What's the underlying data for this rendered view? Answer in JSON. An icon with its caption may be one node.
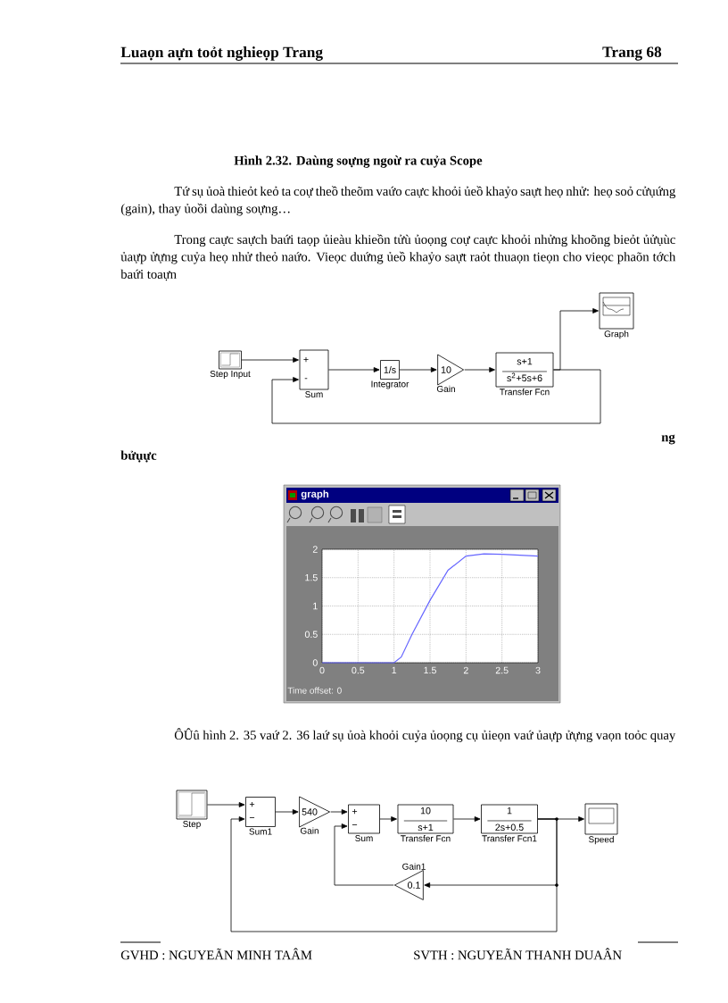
{
  "diagram": {
    "nodes": [
      {
        "text": [
          "Step Input"
        ]
      },
      {
        "text": [
          "+",
          "-",
          "Sum"
        ]
      },
      {
        "text": [
          "1/s",
          "Integrator"
        ]
      },
      {
        "text": [
          "10",
          "Gain"
        ]
      },
      {
        "text": [
          "s+1",
          "s$^{2}$+5s+6",
          "Transfer Fcn"
        ]
      },
      {
        "text": [
          "Graph"
        ]
      },
      {
        "text": [
          "Step"
        ]
      },
      {
        "text": [
          "+",
          "−",
          "Sum1"
        ]
      },
      {
        "text": [
          "540",
          "Gain"
        ]
      },
      {
        "text": [
          "+",
          "−",
          "Sum"
        ]
      },
      {
        "text": [
          "10",
          "s+1",
          "Transfer Fcn"
        ]
      },
      {
        "text": [
          "1",
          "2s+0.5",
          "Transfer Fcn1"
        ]
      },
      {
        "text": [
          "Speed"
        ]
      },
      {
        "text": [
          "Gain1",
          "0.1"
        ]
      }
    ],
    "edges": [
      {
        "from": 0,
        "to": 1,
        "arrow": "to"
      },
      {
        "from": 1,
        "to": 2,
        "arrow": "to"
      },
      {
        "from": 2,
        "to": 3,
        "arrow": "to"
      },
      {
        "from": 3,
        "to": 4,
        "arrow": "to"
      },
      {
        "from": 4,
        "to": 5,
        "arrow": "to"
      },
      {
        "from": 4,
        "to": 1,
        "arrow": "to"
      },
      {
        "from": 6,
        "to": 7,
        "arrow": "to"
      },
      {
        "from": 7,
        "to": 8,
        "arrow": "to"
      },
      {
        "from": 8,
        "to": 9,
        "arrow": "to"
      },
      {
        "from": 9,
        "to": 10,
        "arrow": "to"
      },
      {
        "from": 10,
        "to": 11,
        "arrow": "to"
      },
      {
        "from": 11,
        "to": 12,
        "arrow": "to"
      },
      {
        "from": 11,
        "to": 13,
        "arrow": "to"
      },
      {
        "from": 13,
        "to": 9,
        "arrow": "to"
      },
      {
        "from": 11,
        "to": 7,
        "arrow": "to"
      }
    ],
    "labels": [
      "Luaọn aựn toỏt nghieọp Trang",
      "Trang 68",
      "Hình 2.32. Daùng soựng ngoừ ra cuỷa Scope",
      "Tứ sụ ủoà thieỏt keỏ ta coự theồ theõm vaứo caực khoỏi ủeồ khaỷo saựt heọ nhử: heọ soỏ cửụứng (gain), thay ủoồi daùng soựng…",
      "Trong caực saựch baứi taọp ủieàu khieồn tửù ủoọng coự caực khoỏi nhửng khoõng bieỏt ủửụùc ủaựp ửựng cuỷa heọ nhử theỏ naứo. Vieọc duứng ủeồ khaỷo saựt raỏt thuaọn tieọn cho vieọc phaõn tớch baứi toaựn",
      "ng",
      "bửụực",
      "graph",
      "Time offset: 0",
      "ÔÛû hình 2. 35 vaứ 2. 36 laứ sụ ủoà khoỏi cuỷa ủoọng cụ ủieọn vaứ ủaựp ửựng vaọn toỏc quay",
      "GVHD : NGUYEÃN MINH TAÂM",
      "SVTH : NGUYEÃN THANH DUAÂN"
    ],
    "chart_data": {
      "type": "line",
      "x": [
        0,
        0.5,
        1,
        1.1,
        1.25,
        1.5,
        1.75,
        2,
        2.25,
        2.5,
        3
      ],
      "series": [
        {
          "color": "#6666ff",
          "values": [
            0,
            0,
            0,
            0.1,
            0.5,
            1.1,
            1.63,
            1.88,
            1.92,
            1.91,
            1.88
          ]
        }
      ],
      "grid": true,
      "xlim": [
        0,
        3
      ],
      "ylim": [
        0,
        2
      ],
      "xticks": [
        0,
        0.5,
        1,
        1.5,
        2,
        2.5,
        3
      ],
      "yticks": [
        0,
        0.5,
        1,
        1.5,
        2
      ]
    }
  }
}
